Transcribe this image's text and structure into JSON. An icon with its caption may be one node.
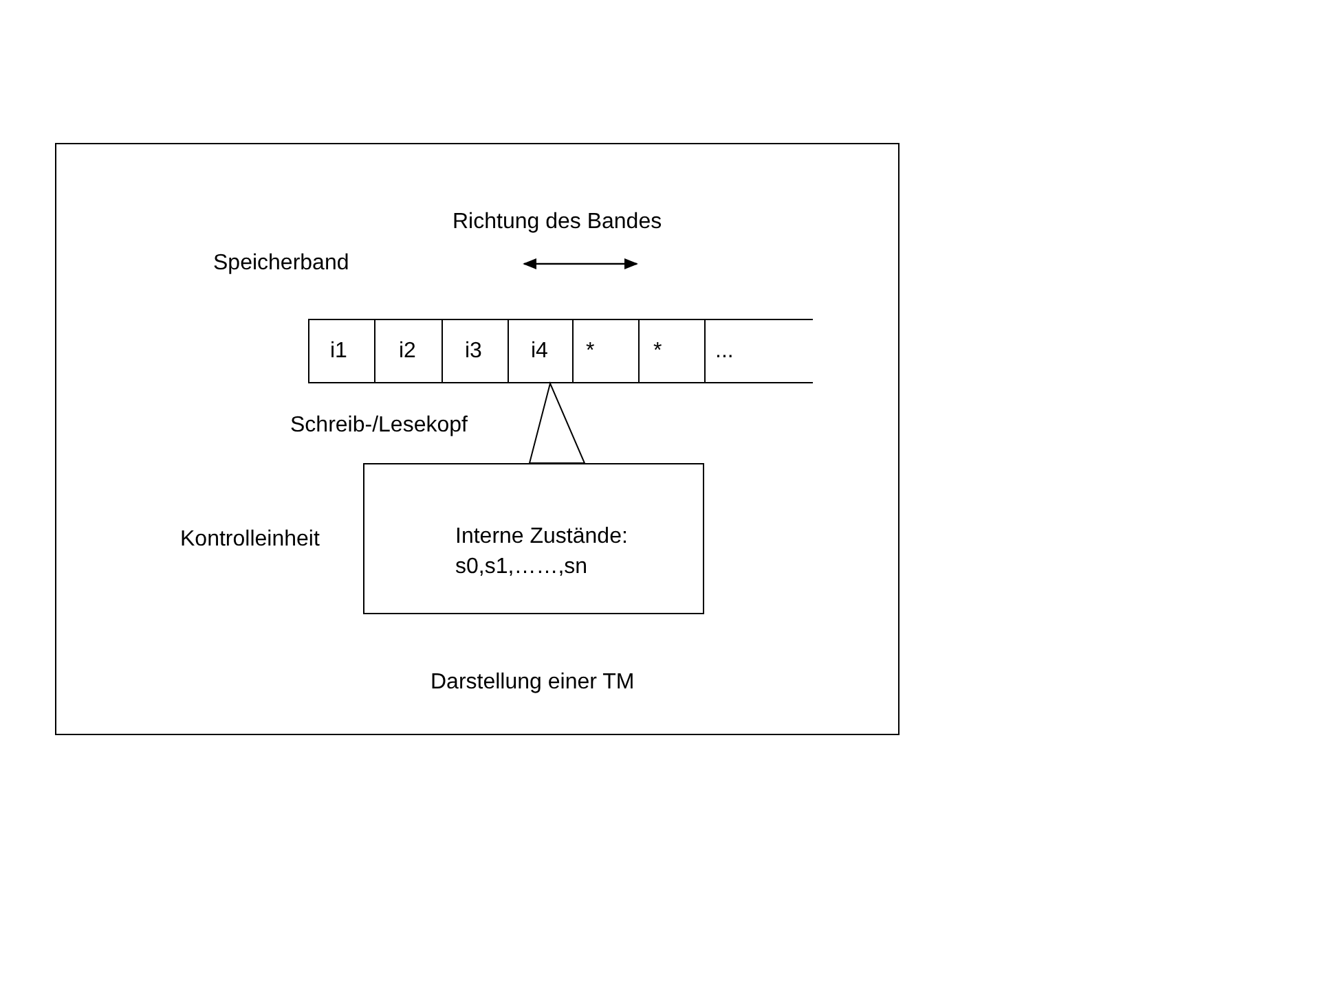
{
  "diagram": {
    "caption": "Darstellung einer TM",
    "nodes": [
      {
        "text": [
          "i1"
        ]
      },
      {
        "text": [
          "i2"
        ]
      },
      {
        "text": [
          "i3"
        ]
      },
      {
        "text": [
          "i4"
        ]
      },
      {
        "text": [
          "*"
        ]
      },
      {
        "text": [
          "*"
        ]
      },
      {
        "text": [
          "..."
        ]
      },
      {
        "text": [],
        "shape": "triangle"
      },
      {
        "text": [
          "Interne Zustände:",
          "s0,s1,……,sn"
        ],
        "beside": [
          "Kontrolleinheit"
        ]
      }
    ],
    "labels": [
      "Richtung des Bandes",
      "Speicherband",
      "Schreib-/Lesekopf"
    ]
  }
}
